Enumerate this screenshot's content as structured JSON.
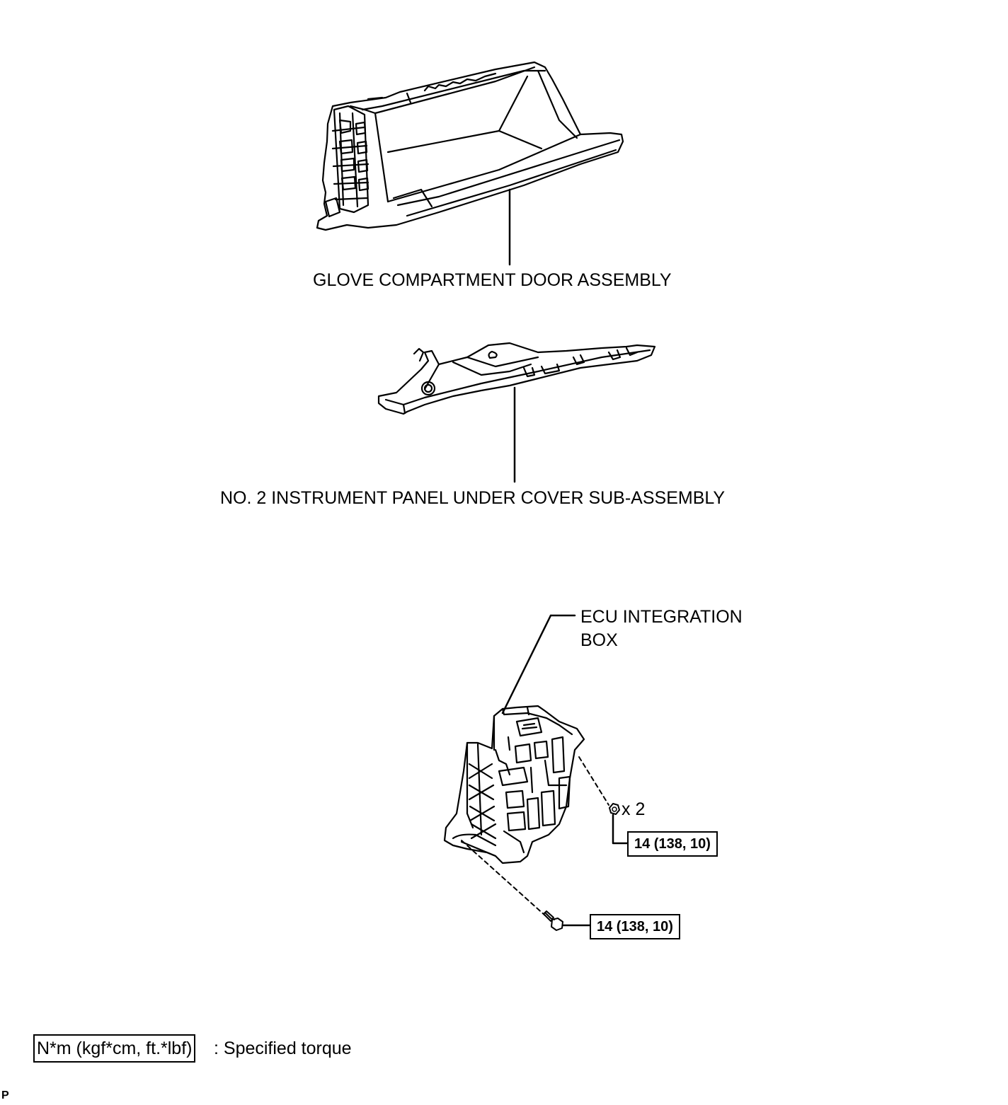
{
  "parts": {
    "glove_compartment": "GLOVE COMPARTMENT DOOR ASSEMBLY",
    "under_cover": "NO. 2 INSTRUMENT PANEL UNDER COVER SUB-ASSEMBLY",
    "ecu_box_line1": "ECU INTEGRATION",
    "ecu_box_line2": "BOX"
  },
  "fasteners": {
    "nut_quantity": "x 2",
    "nut_torque": "14 (138, 10)",
    "bolt_torque": "14 (138, 10)"
  },
  "legend": {
    "torque_units": "N*m (kgf*cm, ft.*lbf)",
    "torque_desc": ": Specified torque"
  },
  "footer": {
    "code": "P"
  }
}
